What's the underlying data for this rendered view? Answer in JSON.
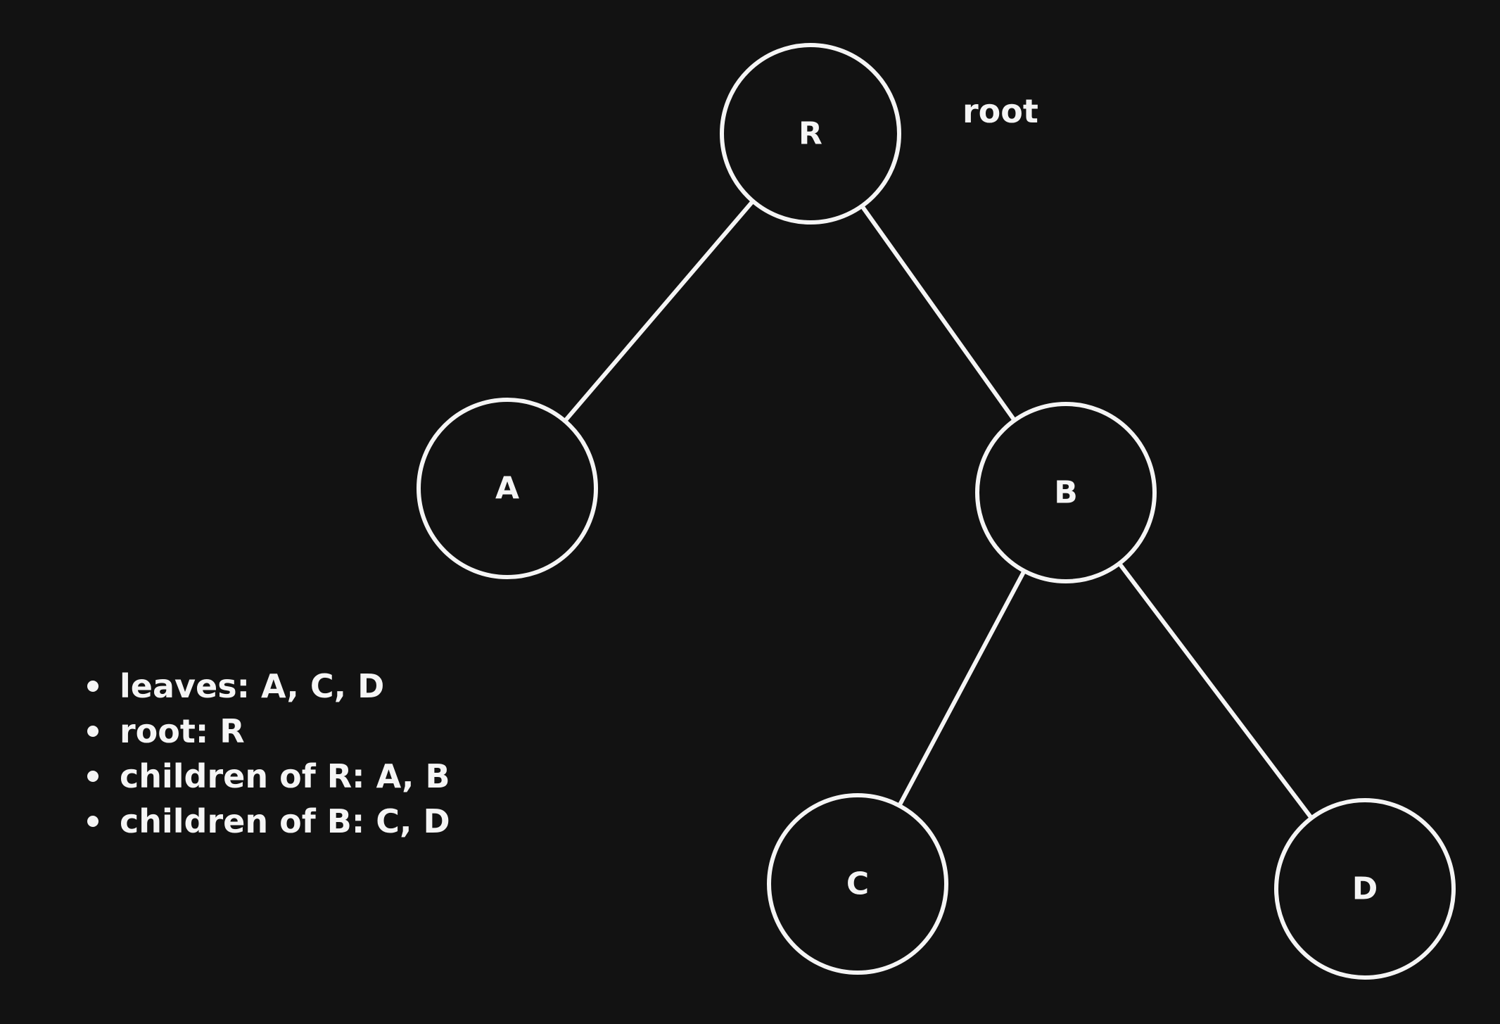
{
  "diagram": {
    "nodes": [
      {
        "id": "R",
        "label": "R"
      },
      {
        "id": "A",
        "label": "A"
      },
      {
        "id": "B",
        "label": "B"
      },
      {
        "id": "C",
        "label": "C"
      },
      {
        "id": "D",
        "label": "D"
      }
    ],
    "edges": [
      {
        "from": "R",
        "to": "A"
      },
      {
        "from": "R",
        "to": "B"
      },
      {
        "from": "B",
        "to": "C"
      },
      {
        "from": "B",
        "to": "D"
      }
    ],
    "root_annotation": "root"
  },
  "notes": [
    "leaves: A, C, D",
    "root: R",
    "children of R: A, B",
    "children of B: C, D"
  ],
  "colors": {
    "background": "#121212",
    "stroke": "#f5f5f5",
    "text": "#f5f5f5"
  }
}
